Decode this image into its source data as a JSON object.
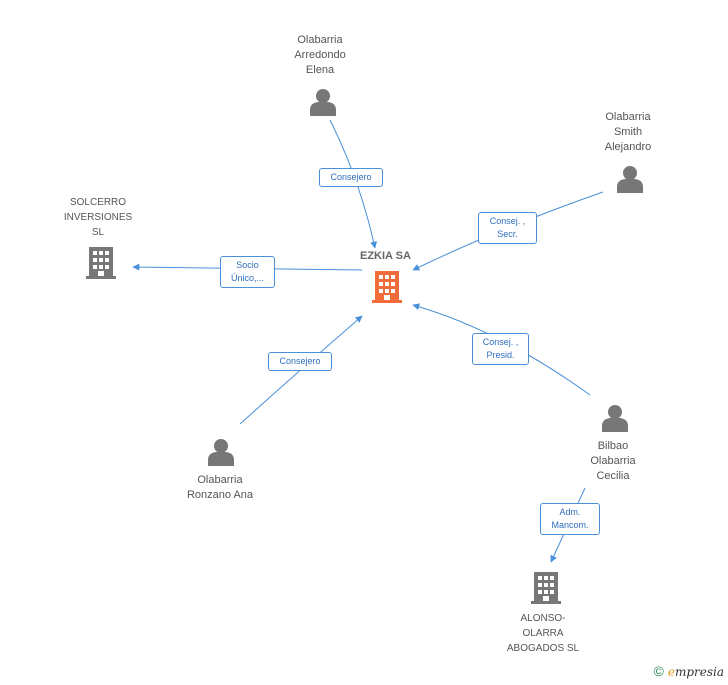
{
  "center": {
    "name": "EZKIA SA",
    "color": "#f26b3a"
  },
  "nodes": {
    "arredondo": [
      "Olabarria",
      "Arredondo",
      "Elena"
    ],
    "smith": [
      "Olabarria",
      "Smith",
      "Alejandro"
    ],
    "solcerro": [
      "SOLCERRO",
      "INVERSIONES",
      "SL"
    ],
    "ronzano": [
      "Olabarria",
      "Ronzano Ana"
    ],
    "bilbao": [
      "Bilbao",
      "Olabarria",
      "Cecilia"
    ],
    "alonso": [
      "ALONSO-",
      "OLARRA",
      "ABOGADOS SL"
    ]
  },
  "edges": {
    "arredondo": [
      "Consejero"
    ],
    "smith": [
      "Consej. ,",
      "Secr."
    ],
    "solcerro": [
      "Socio",
      "Único,..."
    ],
    "ronzano": [
      "Consejero"
    ],
    "bilbao": [
      "Consej. ,",
      "Presid."
    ],
    "alonso": [
      "Adm.",
      "Mancom."
    ]
  },
  "colors": {
    "edge": "#4a90d9",
    "icon": "#777777"
  },
  "footer": {
    "symbol": "©",
    "brand_initial": "e",
    "brand_rest": "mpresia"
  }
}
